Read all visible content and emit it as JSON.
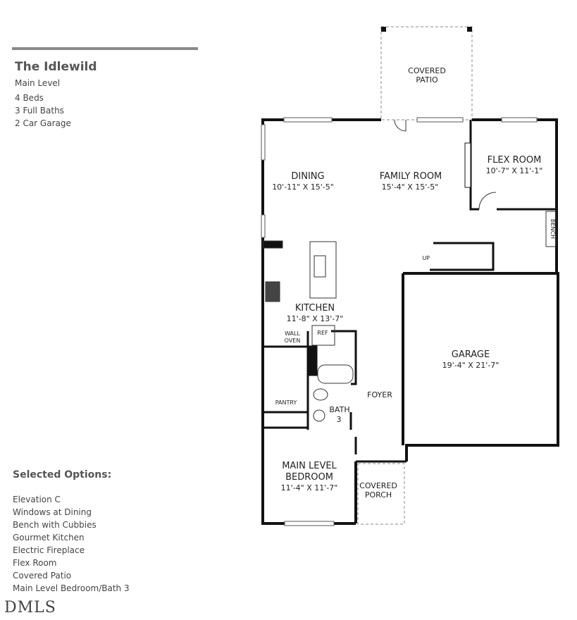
{
  "header": {
    "title": "The Idlewild",
    "level": "Main Level",
    "beds": "4 Beds",
    "baths": "3 Full Baths",
    "garage": "2 Car Garage"
  },
  "options": {
    "heading": "Selected Options:",
    "items": [
      "Elevation C",
      "Windows at Dining",
      "Bench with Cubbies",
      "Gourmet Kitchen",
      "Electric Fireplace",
      "Flex Room",
      "Covered Patio",
      "Main Level Bedroom/Bath 3"
    ]
  },
  "watermark": "DMLS",
  "plan": {
    "patio": [
      "COVERED",
      "PATIO"
    ],
    "dining": {
      "name": "DINING",
      "dim": "10'-11\" X 15'-5\""
    },
    "family": {
      "name": "FAMILY ROOM",
      "dim": "15'-4\" X 15'-5\""
    },
    "flex": {
      "name": "FLEX ROOM",
      "dim": "10'-7\" X 11'-1\""
    },
    "bench": "BENCH",
    "up": "UP",
    "kitchen": {
      "name": "KITCHEN",
      "dim": "11'-8\" X 13'-7\""
    },
    "wall_oven": [
      "WALL",
      "OVEN"
    ],
    "ref": "REF",
    "pantry": "PANTRY",
    "foyer": "FOYER",
    "bath": [
      "BATH",
      "3"
    ],
    "garage": {
      "name": "GARAGE",
      "dim": "19'-4\" X 21'-7\""
    },
    "bedroom": {
      "name": [
        "MAIN LEVEL",
        "BEDROOM"
      ],
      "dim": "11'-4\" X 11'-7\""
    },
    "porch": [
      "COVERED",
      "PORCH"
    ]
  }
}
